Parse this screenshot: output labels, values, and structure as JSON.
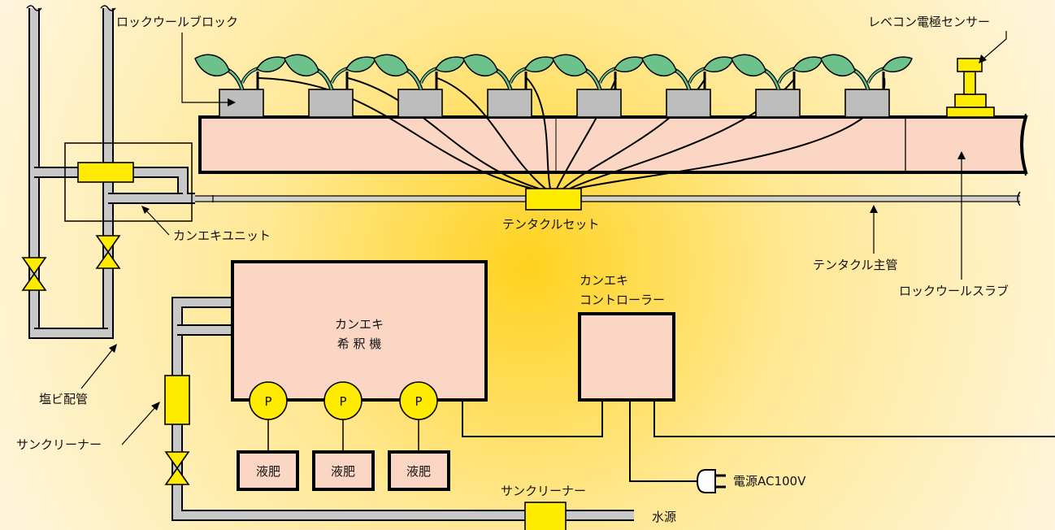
{
  "labels": {
    "rockwool_block": "ロックウールブロック",
    "level_sensor": "レベコン電極センサー",
    "kanneki_unit": "カンエキユニット",
    "tentacle_set": "テンタクルセット",
    "tentacle_main": "テンタクル主管",
    "rockwool_slab": "ロックウールスラブ",
    "controller_line1": "カンエキ",
    "controller_line2": "コントローラー",
    "diluter_line1": "カンエキ",
    "diluter_line2": "希 釈 機",
    "pump": "P",
    "fertilizer": "液肥",
    "pvc_pipe": "塩ビ配管",
    "sun_cleaner_left": "サンクリーナー",
    "sun_cleaner_bottom": "サンクリーナー",
    "power": "電源AC100V",
    "water_source": "水源"
  },
  "colors": {
    "background_center": "#ffd21f",
    "background_edge": "#fff5dd",
    "slab_fill": "#fcd6c4",
    "component_yellow": "#ffeb00",
    "pipe_gray": "#c8c8c8",
    "block_gray": "#bdbdbd",
    "leaf_green": "#6cc28a"
  },
  "icons": [
    "plant-icon",
    "valve-icon",
    "power-plug-icon",
    "pump-icon"
  ]
}
